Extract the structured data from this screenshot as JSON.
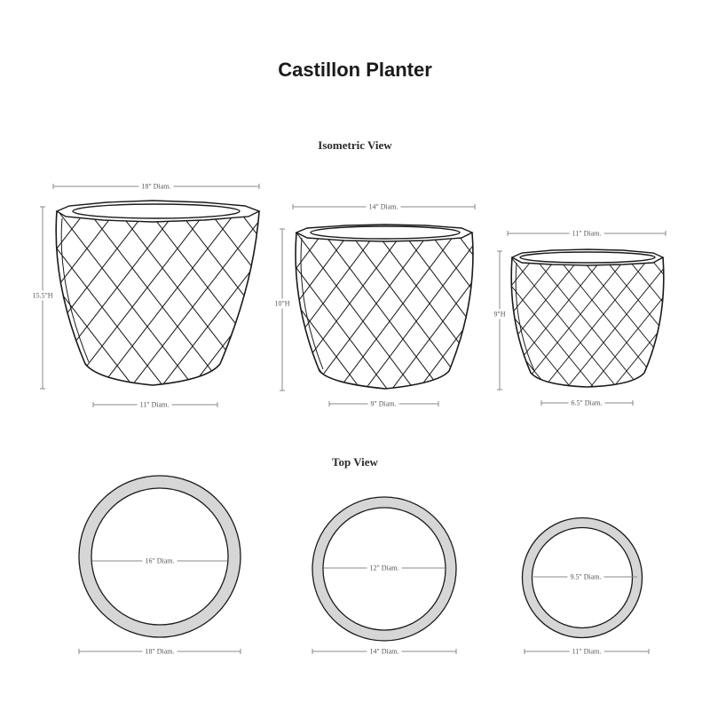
{
  "title": "Castillon Planter",
  "sections": {
    "isometric": "Isometric View",
    "top": "Top View"
  },
  "isometric_view": {
    "planters": [
      {
        "size": "large",
        "top_diameter": "18\" Diam.",
        "bottom_diameter": "11\" Diam.",
        "height": "15.5\"H"
      },
      {
        "size": "medium",
        "top_diameter": "14\" Diam.",
        "bottom_diameter": "9\" Diam.",
        "height": "10\"H"
      },
      {
        "size": "small",
        "top_diameter": "11\" Diam.",
        "bottom_diameter": "6.5\" Diam.",
        "height": "9\"H"
      }
    ]
  },
  "top_view": {
    "planters": [
      {
        "size": "large",
        "inner_diameter": "16\" Diam.",
        "outer_diameter": "18\" Diam."
      },
      {
        "size": "medium",
        "inner_diameter": "12\" Diam.",
        "outer_diameter": "14\" Diam."
      },
      {
        "size": "small",
        "inner_diameter": "9.5\" Diam.",
        "outer_diameter": "11\" Diam."
      }
    ]
  },
  "colors": {
    "line": "#1a1a1a",
    "rim_fill": "#d6d6d6",
    "dimension": "#888888"
  }
}
